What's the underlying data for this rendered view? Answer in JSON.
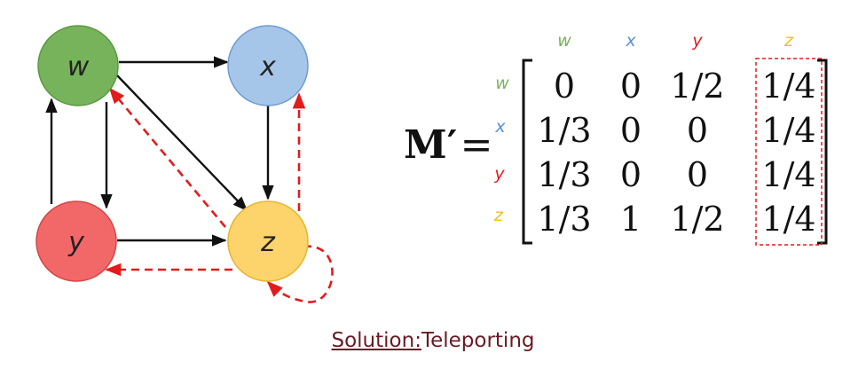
{
  "graph": {
    "nodes": [
      {
        "id": "w",
        "label": "w",
        "fill": "#77b35b",
        "stroke": "#5a9a44"
      },
      {
        "id": "x",
        "label": "x",
        "fill": "#a6c6e9",
        "stroke": "#6f9cd2"
      },
      {
        "id": "y",
        "label": "y",
        "fill": "#f26868",
        "stroke": "#d04848"
      },
      {
        "id": "z",
        "label": "z",
        "fill": "#fdd36b",
        "stroke": "#e8b431"
      }
    ],
    "edges": [
      {
        "from": "w",
        "to": "x",
        "style": "solid"
      },
      {
        "from": "w",
        "to": "y",
        "style": "solid"
      },
      {
        "from": "y",
        "to": "w",
        "style": "solid"
      },
      {
        "from": "w",
        "to": "z",
        "style": "solid"
      },
      {
        "from": "x",
        "to": "z",
        "style": "solid"
      },
      {
        "from": "y",
        "to": "z",
        "style": "solid"
      },
      {
        "from": "z",
        "to": "w",
        "style": "dashed"
      },
      {
        "from": "z",
        "to": "x",
        "style": "dashed"
      },
      {
        "from": "z",
        "to": "y",
        "style": "dashed"
      },
      {
        "from": "z",
        "to": "z",
        "style": "dashed"
      }
    ],
    "colors": {
      "solid": "#111111",
      "dashed": "#e31b1b"
    }
  },
  "matrix": {
    "label": "M′",
    "equals": "=",
    "col_headers": [
      "w",
      "x",
      "y",
      "z"
    ],
    "row_headers": [
      "w",
      "x",
      "y",
      "z"
    ],
    "header_colors": [
      "#77b35b",
      "#5b8fd6",
      "#e31b1b",
      "#e8c12b"
    ],
    "rows": [
      [
        "0",
        "0",
        "1/2",
        "1/4"
      ],
      [
        "1/3",
        "0",
        "0",
        "1/4"
      ],
      [
        "1/3",
        "0",
        "0",
        "1/4"
      ],
      [
        "1/3",
        "1",
        "1/2",
        "1/4"
      ]
    ],
    "highlight_column": 3,
    "highlight_color": "#e31b1b"
  },
  "caption": {
    "label": "Solution:",
    "text": "Teleporting"
  }
}
